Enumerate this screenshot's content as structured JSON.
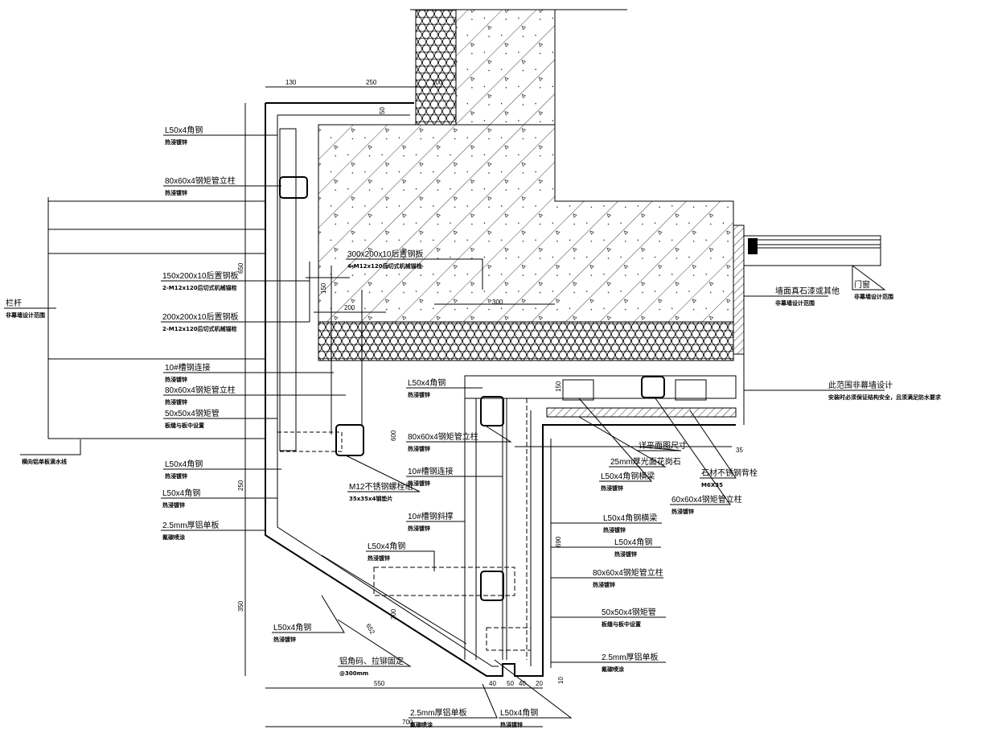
{
  "colors": {
    "line": "#000000",
    "background": "#ffffff"
  },
  "labels": [
    {
      "l1": "L50x4角钢",
      "l2": "热浸镀锌"
    },
    {
      "l1": "80x60x4钢矩管立柱",
      "l2": "热浸镀锌"
    },
    {
      "l1": "150x200x10后置钢板",
      "l2": "2-M12x120后切式机械锚栓"
    },
    {
      "l1": "200x200x10后置钢板",
      "l2": "2-M12x120后切式机械锚栓"
    },
    {
      "l1": "栏杆",
      "l2": "非幕墙设计范围"
    },
    {
      "l1": "10#槽钢连接",
      "l2": "热浸镀锌"
    },
    {
      "l1": "80x60x4钢矩管立柱",
      "l2": "热浸镀锌"
    },
    {
      "l1": "50x50x4钢矩管",
      "l2": "板缝与板中设置"
    },
    {
      "l1": "",
      "l2": "横向铝单板滴水线"
    },
    {
      "l1": "L50x4角钢",
      "l2": "热浸镀锌"
    },
    {
      "l1": "L50x4角钢",
      "l2": "热浸镀锌"
    },
    {
      "l1": "2.5mm厚铝单板",
      "l2": "氟碳喷涂"
    },
    {
      "l1": "300x200x10后置钢板",
      "l2": "4-M12x120后切式机械锚栓"
    },
    {
      "l1": "L50x4角钢",
      "l2": "热浸镀锌"
    },
    {
      "l1": "80x60x4钢矩管立柱",
      "l2": "热浸镀锌"
    },
    {
      "l1": "M12不锈钢螺栓组",
      "l2": "35x35x4钢垫片"
    },
    {
      "l1": "10#槽钢连接",
      "l2": "热浸镀锌"
    },
    {
      "l1": "10#槽钢斜撑",
      "l2": "热浸镀锌"
    },
    {
      "l1": "L50x4角钢",
      "l2": "热浸镀锌"
    },
    {
      "l1": "L50x4角钢",
      "l2": "热浸镀锌"
    },
    {
      "l1": "铝角码、拉铆固定",
      "l2": "@300mm"
    },
    {
      "l1": "2.5mm厚铝单板",
      "l2": "氟碳喷涂"
    },
    {
      "l1": "L50x4角钢",
      "l2": "热浸镀锌"
    },
    {
      "l1": "L50x4角钢横梁",
      "l2": "热浸镀锌"
    },
    {
      "l1": "L50x4角钢",
      "l2": "热浸镀锌"
    },
    {
      "l1": "80x60x4钢矩管立柱",
      "l2": "热浸镀锌"
    },
    {
      "l1": "50x50x4钢矩管",
      "l2": "板缝与板中设置"
    },
    {
      "l1": "2.5mm厚铝单板",
      "l2": "氟碳喷涂"
    },
    {
      "l1": "墙面真石漆或其他",
      "l2": "非幕墙设计范围"
    },
    {
      "l1": "门窗",
      "l2": "非幕墙设计范围"
    },
    {
      "l1": "此范围非幕墙设计",
      "l2": "安装时必须保证结构安全，且须满足防水要求"
    },
    {
      "l1": "详平面图尺寸",
      "l2": ""
    },
    {
      "l1": "25mm厚光面花岗石",
      "l2": ""
    },
    {
      "l1": "L50x4角钢横梁",
      "l2": "热浸镀锌"
    },
    {
      "l1": "石材不锈钢背栓",
      "l2": "M6X35"
    },
    {
      "l1": "60x60x4钢矩管立柱",
      "l2": "热浸镀锌"
    }
  ],
  "dimensions": [
    "130",
    "250",
    "100",
    "50",
    "650",
    "150",
    "200",
    "300",
    "150",
    "600",
    "250",
    "350",
    "652",
    "300",
    "690",
    "35",
    "550",
    "40",
    "50",
    "40",
    "20",
    "700",
    "10"
  ]
}
